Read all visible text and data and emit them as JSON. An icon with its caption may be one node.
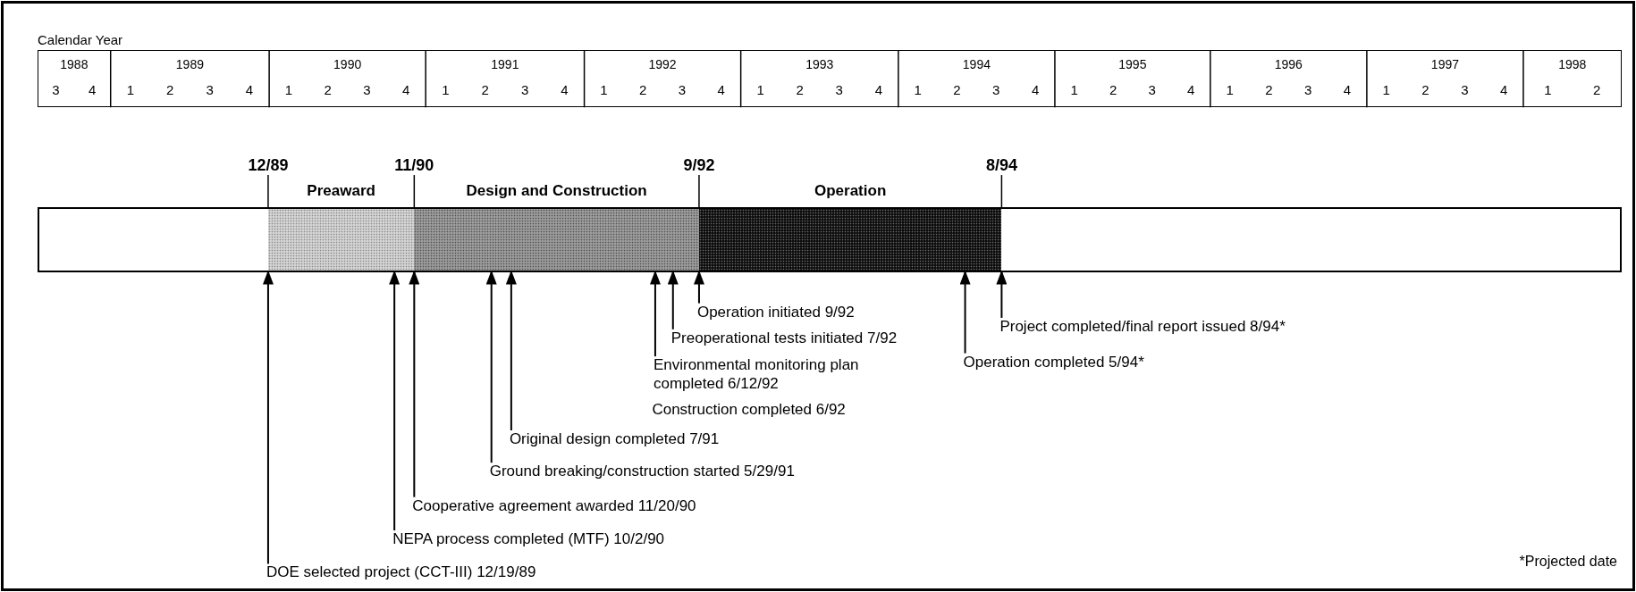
{
  "diagram": {
    "nodes": [
      {
        "text": [],
        "shape": "bar"
      },
      {
        "text": [
          "Preaward"
        ],
        "in": 0
      },
      {
        "text": [
          "Design and Construction"
        ],
        "in": 0
      },
      {
        "text": [
          "Operation"
        ],
        "in": 0
      },
      {
        "text": [
          "Operation initiated  9/92"
        ]
      },
      {
        "text": [
          "Project completed/final report issued  8/94*"
        ]
      },
      {
        "text": [
          "Preoperational tests initiated  7/92"
        ]
      },
      {
        "text": [
          "Operation completed  5/94*"
        ]
      },
      {
        "text": [
          "Environmental monitoring plan completed  6/12/92"
        ]
      },
      {
        "text": [
          "Original design completed  7/91"
        ]
      },
      {
        "text": [
          "Ground breaking/construction started  5/29/91"
        ]
      },
      {
        "text": [
          "Cooperative agreement awarded  11/20/90"
        ]
      },
      {
        "text": [
          "NEPA process completed (MTF)  10/2/90"
        ]
      },
      {
        "text": [
          "DOE selected project (CCT-III)  12/19/89"
        ]
      },
      {
        "text": [
          "12/89"
        ]
      },
      {
        "text": [
          "11/90"
        ]
      },
      {
        "text": [
          "9/92"
        ]
      },
      {
        "text": [
          "8/94"
        ]
      }
    ],
    "edges": [
      {
        "from": 4,
        "to": 3,
        "arrow": "to"
      },
      {
        "from": 5,
        "to": 3,
        "arrow": "to"
      },
      {
        "from": 6,
        "to": 2,
        "arrow": "to"
      },
      {
        "from": 7,
        "to": 3,
        "arrow": "to"
      },
      {
        "from": 8,
        "to": 2,
        "arrow": "to"
      },
      {
        "from": 9,
        "to": 2,
        "arrow": "to"
      },
      {
        "from": 10,
        "to": 2,
        "arrow": "to"
      },
      {
        "from": 11,
        "to": 2,
        "arrow": "to"
      },
      {
        "from": 12,
        "to": 1,
        "arrow": "to"
      },
      {
        "from": 13,
        "to": 1,
        "arrow": "to"
      },
      {
        "from": 14,
        "to": 0,
        "arrow": "none"
      },
      {
        "from": 15,
        "to": 0,
        "arrow": "none"
      },
      {
        "from": 16,
        "to": 0,
        "arrow": "none"
      },
      {
        "from": 17,
        "to": 0,
        "arrow": "none"
      }
    ],
    "labels": [
      "Calendar Year",
      "1988",
      "1989",
      "1990",
      "1991",
      "1992",
      "1993",
      "1994",
      "1995",
      "1996",
      "1997",
      "1998",
      "3",
      "4",
      "1",
      "2",
      "3",
      "4",
      "1",
      "2",
      "3",
      "4",
      "1",
      "2",
      "3",
      "4",
      "1",
      "2",
      "3",
      "4",
      "1",
      "2",
      "3",
      "4",
      "1",
      "2",
      "3",
      "4",
      "1",
      "2",
      "3",
      "4",
      "1",
      "2",
      "3",
      "4",
      "1",
      "2",
      "3",
      "4",
      "1",
      "2",
      "Construction completed  6/92",
      "*Projected date"
    ]
  }
}
